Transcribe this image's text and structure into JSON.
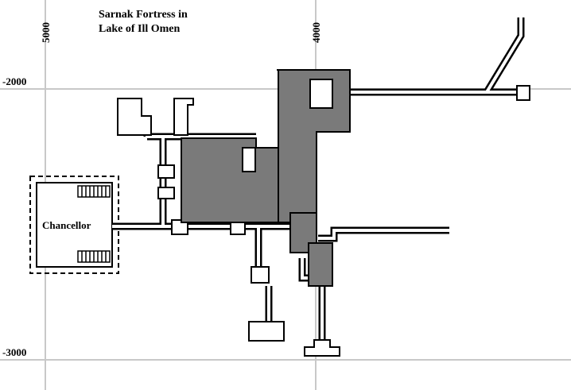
{
  "title_line1": "Sarnak Fortress in",
  "title_line2": "Lake of Ill Omen",
  "area_label": "Chancellor",
  "axis": {
    "x_tick_5000": "5000",
    "x_tick_4000": "4000",
    "y_tick_m2000": "-2000",
    "y_tick_m3000": "-3000"
  },
  "colors": {
    "grid": "#c8c8c8",
    "wall": "#000000",
    "room_fill": "#7a7a7a",
    "background": "#ffffff"
  }
}
